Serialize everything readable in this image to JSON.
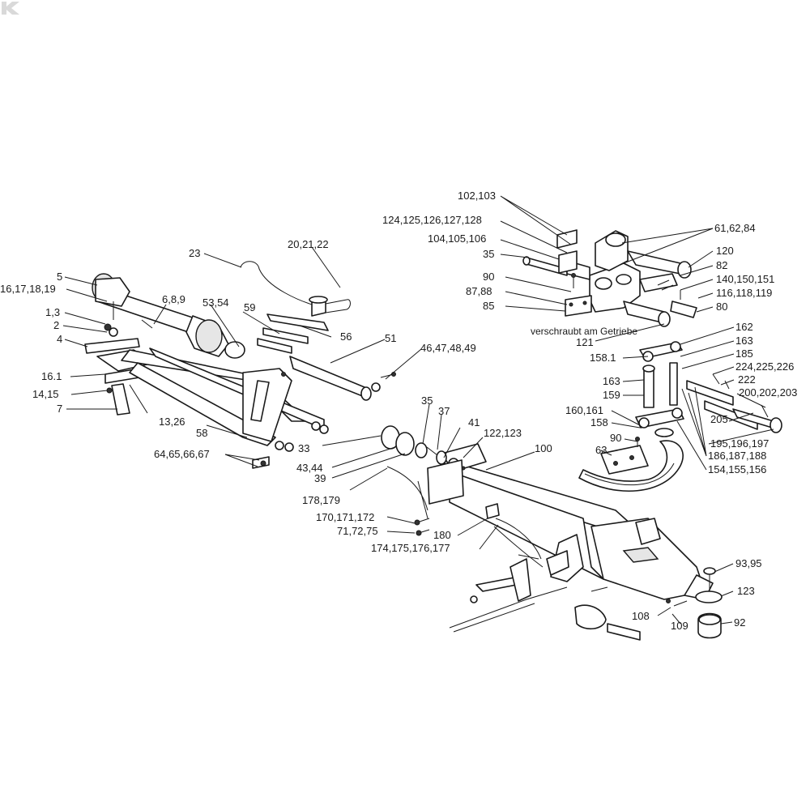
{
  "note": "verschraubt am Getriebe",
  "callouts": [
    {
      "text": "102,103"
    },
    {
      "text": "124,125,126,127,128"
    },
    {
      "text": "104,105,106"
    },
    {
      "text": "35"
    },
    {
      "text": "90"
    },
    {
      "text": "87,88"
    },
    {
      "text": "85"
    },
    {
      "text": "61,62,84"
    },
    {
      "text": "120"
    },
    {
      "text": "82"
    },
    {
      "text": "140,150,151"
    },
    {
      "text": "116,118,119"
    },
    {
      "text": "80"
    },
    {
      "text": "121"
    },
    {
      "text": "162"
    },
    {
      "text": "163"
    },
    {
      "text": "185"
    },
    {
      "text": "224,225,226"
    },
    {
      "text": "222"
    },
    {
      "text": "200,202,203"
    },
    {
      "text": "158.1"
    },
    {
      "text": "163"
    },
    {
      "text": "159"
    },
    {
      "text": "160,161"
    },
    {
      "text": "158"
    },
    {
      "text": "205"
    },
    {
      "text": "195,196,197"
    },
    {
      "text": "186,187,188"
    },
    {
      "text": "154,155,156"
    },
    {
      "text": "90"
    },
    {
      "text": "63"
    },
    {
      "text": "20,21,22"
    },
    {
      "text": "23"
    },
    {
      "text": "5"
    },
    {
      "text": "16,17,18,19"
    },
    {
      "text": "6,8,9"
    },
    {
      "text": "53,54"
    },
    {
      "text": "59"
    },
    {
      "text": "1,3"
    },
    {
      "text": "2"
    },
    {
      "text": "4"
    },
    {
      "text": "56"
    },
    {
      "text": "51"
    },
    {
      "text": "46,47,48,49"
    },
    {
      "text": "16.1"
    },
    {
      "text": "14,15"
    },
    {
      "text": "7"
    },
    {
      "text": "13,26"
    },
    {
      "text": "58"
    },
    {
      "text": "64,65,66,67"
    },
    {
      "text": "35"
    },
    {
      "text": "37"
    },
    {
      "text": "41"
    },
    {
      "text": "122,123"
    },
    {
      "text": "100"
    },
    {
      "text": "33"
    },
    {
      "text": "43,44"
    },
    {
      "text": "39"
    },
    {
      "text": "178,179"
    },
    {
      "text": "170,171,172"
    },
    {
      "text": "71,72,75"
    },
    {
      "text": "180"
    },
    {
      "text": "174,175,176,177"
    },
    {
      "text": "93,95"
    },
    {
      "text": "123"
    },
    {
      "text": "108"
    },
    {
      "text": "109"
    },
    {
      "text": "92"
    }
  ],
  "brand_mark": "K"
}
